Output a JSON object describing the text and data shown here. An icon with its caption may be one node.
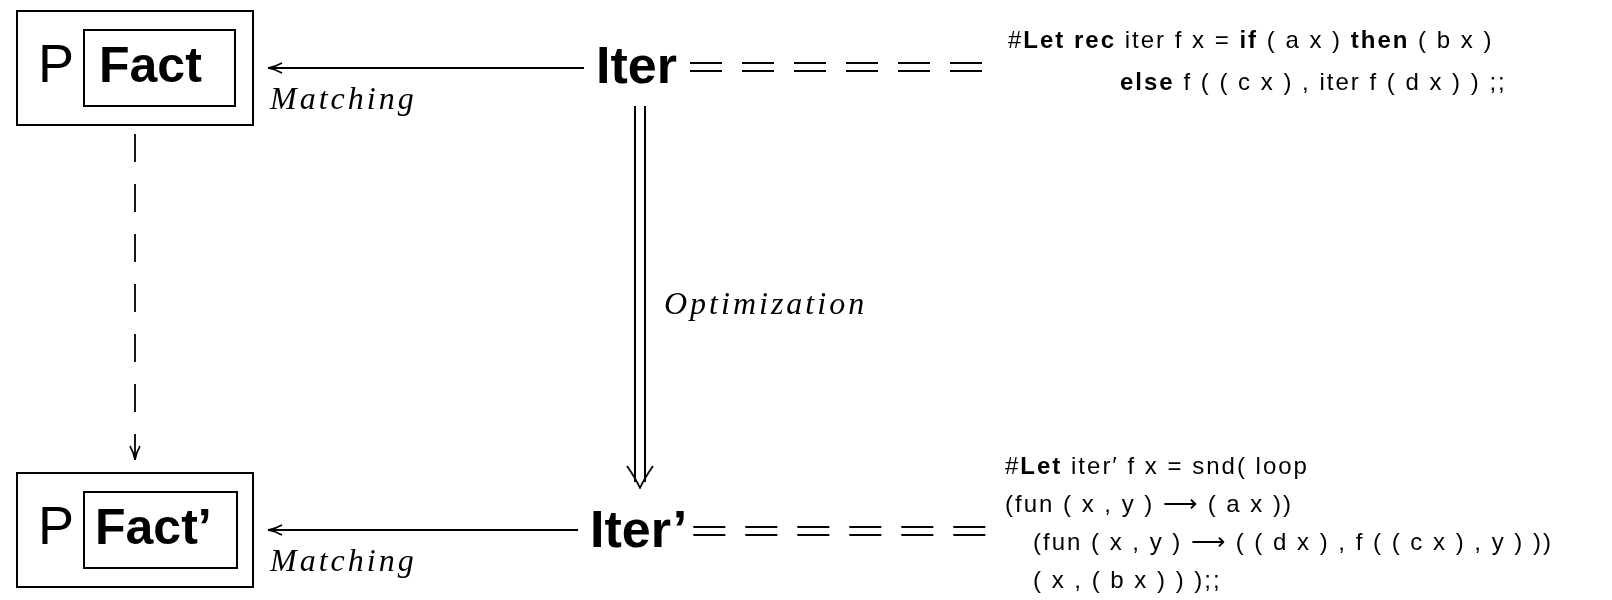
{
  "diagram": {
    "nodes": [
      {
        "text": [
          "P"
        ]
      },
      {
        "text": [
          "Fact"
        ],
        "in": 0
      },
      {
        "text": [
          "Iter"
        ]
      },
      {
        "text": [
          "#**Let rec** iter f x = **if** ( a x ) **then** ( b x )",
          "**else** f ( ( c x ) , iter f ( d x ) ) ;;"
        ]
      },
      {
        "text": [
          "P"
        ]
      },
      {
        "text": [
          "Fact’"
        ],
        "in": 4
      },
      {
        "text": [
          "Iter’"
        ]
      },
      {
        "text": [
          "#**Let** iter′ f x = snd( loop",
          "(fun ( x , y ) ⟶ ( a x ))",
          "(fun ( x , y ) ⟶ ( ( d x ) , f ( ( c x ) , y ) ))",
          "( x , ( b x ) ) );;"
        ]
      }
    ],
    "edges": [
      {
        "from": 2,
        "to": 0,
        "arrow": "to",
        "label": "Matching"
      },
      {
        "from": 6,
        "to": 4,
        "arrow": "to",
        "label": "Matching"
      },
      {
        "from": 2,
        "to": 6,
        "arrow": "to",
        "label": "Optimization"
      },
      {
        "from": 0,
        "to": 4,
        "arrow": "to",
        "style": "dashed"
      },
      {
        "from": 2,
        "to": 3,
        "arrow": "none",
        "style": "dashed"
      },
      {
        "from": 6,
        "to": 7,
        "arrow": "none",
        "style": "dashed"
      }
    ]
  }
}
